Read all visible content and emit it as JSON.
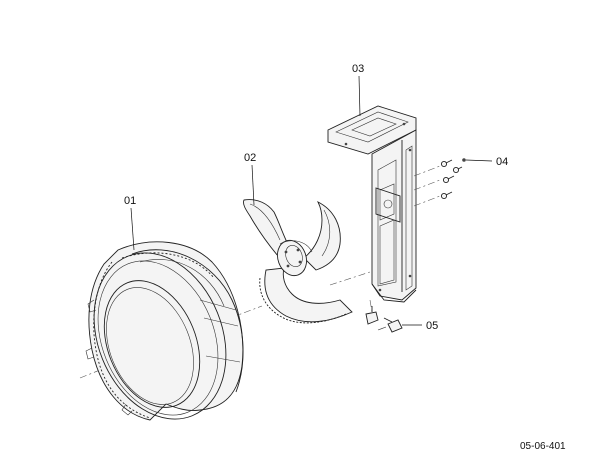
{
  "callouts": {
    "c01": "01",
    "c02": "02",
    "c03": "03",
    "c04": "04",
    "c05": "05"
  },
  "drawing_ref": "05-06-401",
  "colors": {
    "line": "#222222",
    "background": "#ffffff"
  }
}
